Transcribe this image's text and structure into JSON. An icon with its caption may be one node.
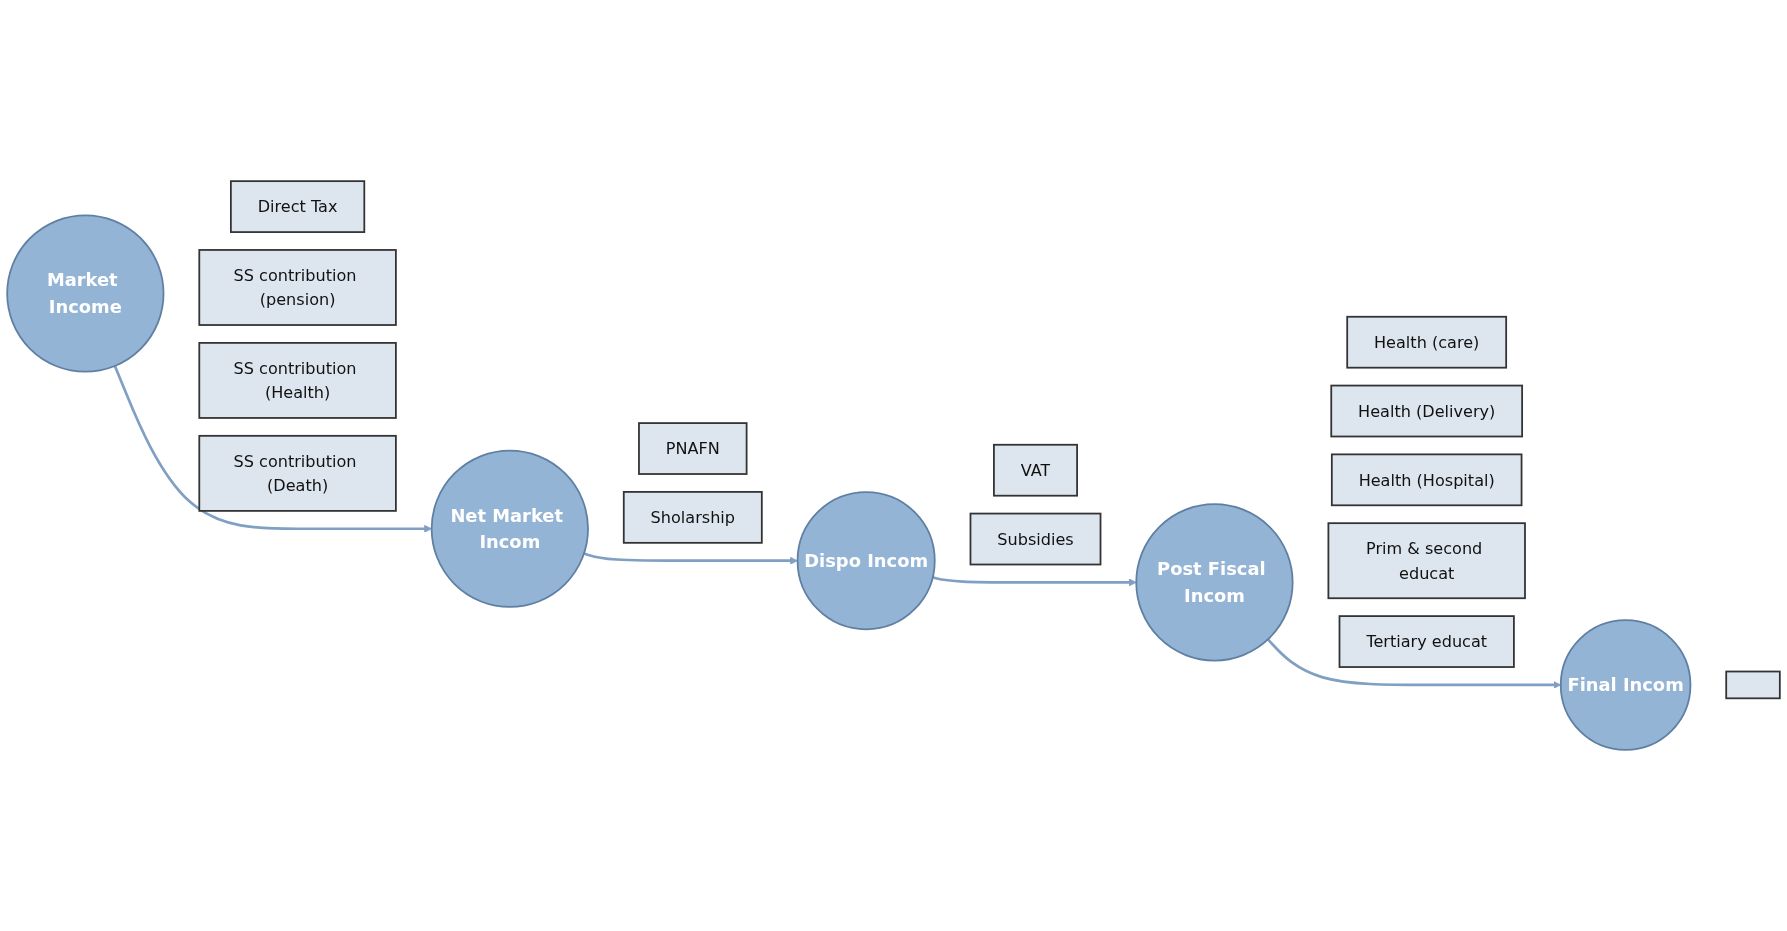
{
  "diagram": {
    "nodes": [
      {
        "text": [
          "Market Income"
        ]
      },
      {
        "text": [
          "Direct Tax"
        ]
      },
      {
        "text": [
          "SS contribution (pension)"
        ]
      },
      {
        "text": [
          "SS contribution (Health)"
        ]
      },
      {
        "text": [
          "SS contribution (Death)"
        ]
      },
      {
        "text": [
          "Net Market Incom"
        ]
      },
      {
        "text": [
          "PNAFN"
        ]
      },
      {
        "text": [
          "Sholarship"
        ]
      },
      {
        "text": [
          "Dispo Incom"
        ]
      },
      {
        "text": [
          "VAT"
        ]
      },
      {
        "text": [
          "Subsidies"
        ]
      },
      {
        "text": [
          "Post Fiscal Incom"
        ]
      },
      {
        "text": [
          "Health (care)"
        ]
      },
      {
        "text": [
          "Health (Delivery)"
        ]
      },
      {
        "text": [
          "Health (Hospital)"
        ]
      },
      {
        "text": [
          "Prim & second educat"
        ]
      },
      {
        "text": [
          "Tertiary educat"
        ]
      },
      {
        "text": [
          "Final Incom"
        ]
      },
      {
        "text": [],
        "shape": "box"
      }
    ],
    "edges": [
      {
        "from": 0,
        "to": 5,
        "arrow": "to"
      },
      {
        "from": 5,
        "to": 8,
        "arrow": "to"
      },
      {
        "from": 8,
        "to": 11,
        "arrow": "to"
      },
      {
        "from": 11,
        "to": 17,
        "arrow": "to"
      }
    ]
  }
}
